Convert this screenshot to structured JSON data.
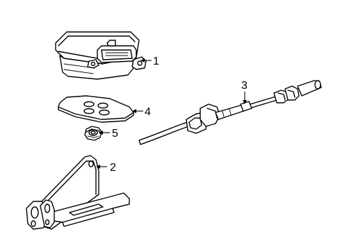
{
  "diagram": {
    "callouts": [
      {
        "id": "1",
        "text": "1",
        "part": "control-module"
      },
      {
        "id": "2",
        "text": "2",
        "part": "mounting-bracket"
      },
      {
        "id": "3",
        "text": "3",
        "part": "cable-assembly"
      },
      {
        "id": "4",
        "text": "4",
        "part": "mounting-plate"
      },
      {
        "id": "5",
        "text": "5",
        "part": "nut"
      }
    ],
    "colors": {
      "line": "#000000",
      "background": "#ffffff"
    }
  }
}
